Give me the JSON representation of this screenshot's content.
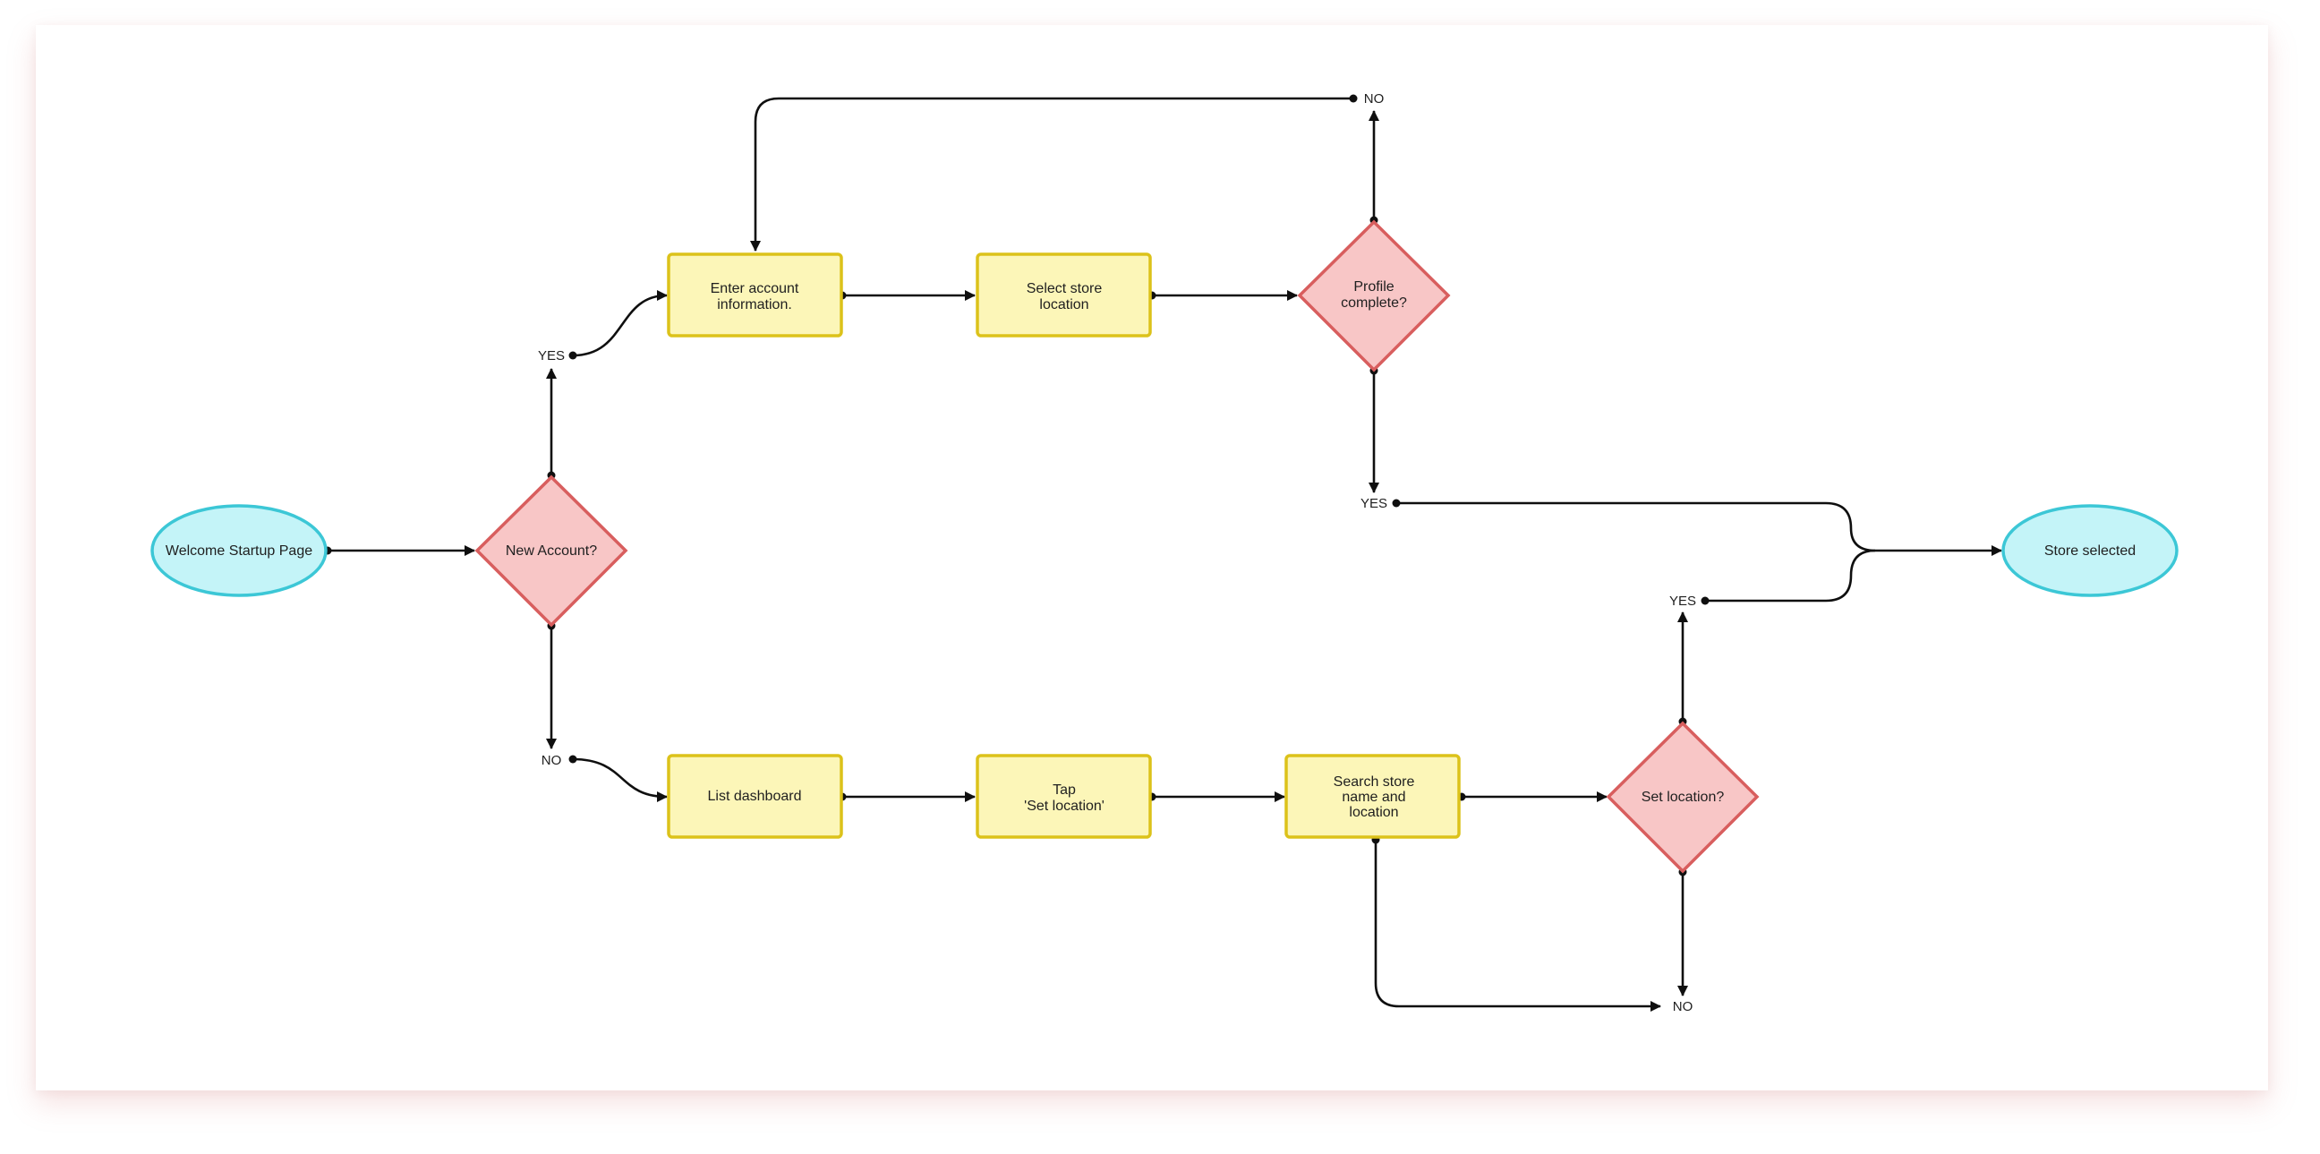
{
  "nodes": {
    "welcome": {
      "text": "Welcome Startup Page"
    },
    "new_account": {
      "text": "New Account?"
    },
    "enter_account": {
      "lines": [
        "Enter account",
        "information."
      ]
    },
    "select_store": {
      "lines": [
        "Select store",
        "location"
      ]
    },
    "profile_complete": {
      "lines": [
        "Profile",
        "complete?"
      ]
    },
    "list_dashboard": {
      "text": "List dashboard"
    },
    "tap_set_location": {
      "lines": [
        "Tap",
        "'Set location'"
      ]
    },
    "search_store": {
      "lines": [
        "Search store",
        "name and",
        "location"
      ]
    },
    "set_location": {
      "text": "Set location?"
    },
    "store_selected": {
      "text": "Store selected"
    }
  },
  "labels": {
    "new_account_yes": "YES",
    "new_account_no": "NO",
    "profile_no": "NO",
    "profile_yes": "YES",
    "set_location_yes": "YES",
    "set_location_no": "NO"
  },
  "colors": {
    "process_fill": "#fcf6b8",
    "process_border": "#dcc21a",
    "terminal_fill": "#c4f4f8",
    "terminal_border": "#3cc7d6",
    "decision_fill": "#f8c6c6",
    "decision_border": "#d85e5e",
    "connector": "#0f0f0f"
  }
}
